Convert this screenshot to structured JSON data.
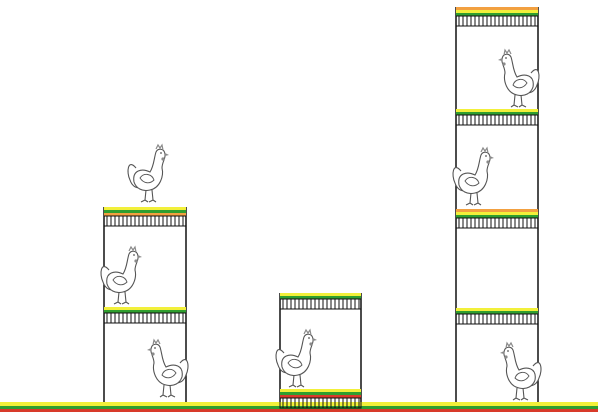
{
  "diagram": {
    "colors": {
      "line": "#111111",
      "yellow": "#f2f03a",
      "green": "#2f9e2f",
      "orange": "#f2a040",
      "red": "#d83a2a",
      "hen_stroke": "#555555",
      "hen_fill": "#ffffff",
      "comb": "#8a8a8a"
    },
    "ground": {
      "strip_top": "yellow",
      "strip_mid": "green",
      "strip_bottom": "red"
    },
    "towers": [
      {
        "name": "left-tower",
        "levels": 3,
        "floors": [
          {
            "name": "floor-top",
            "stripes": [
              "yellow",
              "green",
              "orange"
            ]
          },
          {
            "name": "floor-middle",
            "stripes": [
              "yellow",
              "green"
            ]
          }
        ],
        "hens": [
          {
            "name": "hen-on-roof",
            "facing": "right"
          },
          {
            "name": "hen-level-2",
            "facing": "right"
          },
          {
            "name": "hen-level-1",
            "facing": "left"
          }
        ]
      },
      {
        "name": "middle-tower",
        "levels": 1,
        "floors": [
          {
            "name": "floor-top",
            "stripes": [
              "yellow",
              "green"
            ]
          },
          {
            "name": "floor-bottom",
            "stripes": [
              "yellow",
              "green",
              "red"
            ]
          }
        ],
        "hens": [
          {
            "name": "hen-level-1",
            "facing": "right"
          }
        ]
      },
      {
        "name": "right-tower",
        "levels": 4,
        "floors": [
          {
            "name": "floor-top",
            "stripes": [
              "orange",
              "yellow",
              "green"
            ]
          },
          {
            "name": "floor-3",
            "stripes": [
              "yellow",
              "green"
            ]
          },
          {
            "name": "floor-2",
            "stripes": [
              "orange",
              "yellow",
              "green"
            ]
          },
          {
            "name": "floor-1",
            "stripes": [
              "yellow",
              "green"
            ]
          }
        ],
        "hens": [
          {
            "name": "hen-level-4",
            "facing": "left"
          },
          {
            "name": "hen-level-3",
            "facing": "right"
          },
          {
            "name": "hen-level-1",
            "facing": "left"
          }
        ]
      }
    ]
  }
}
